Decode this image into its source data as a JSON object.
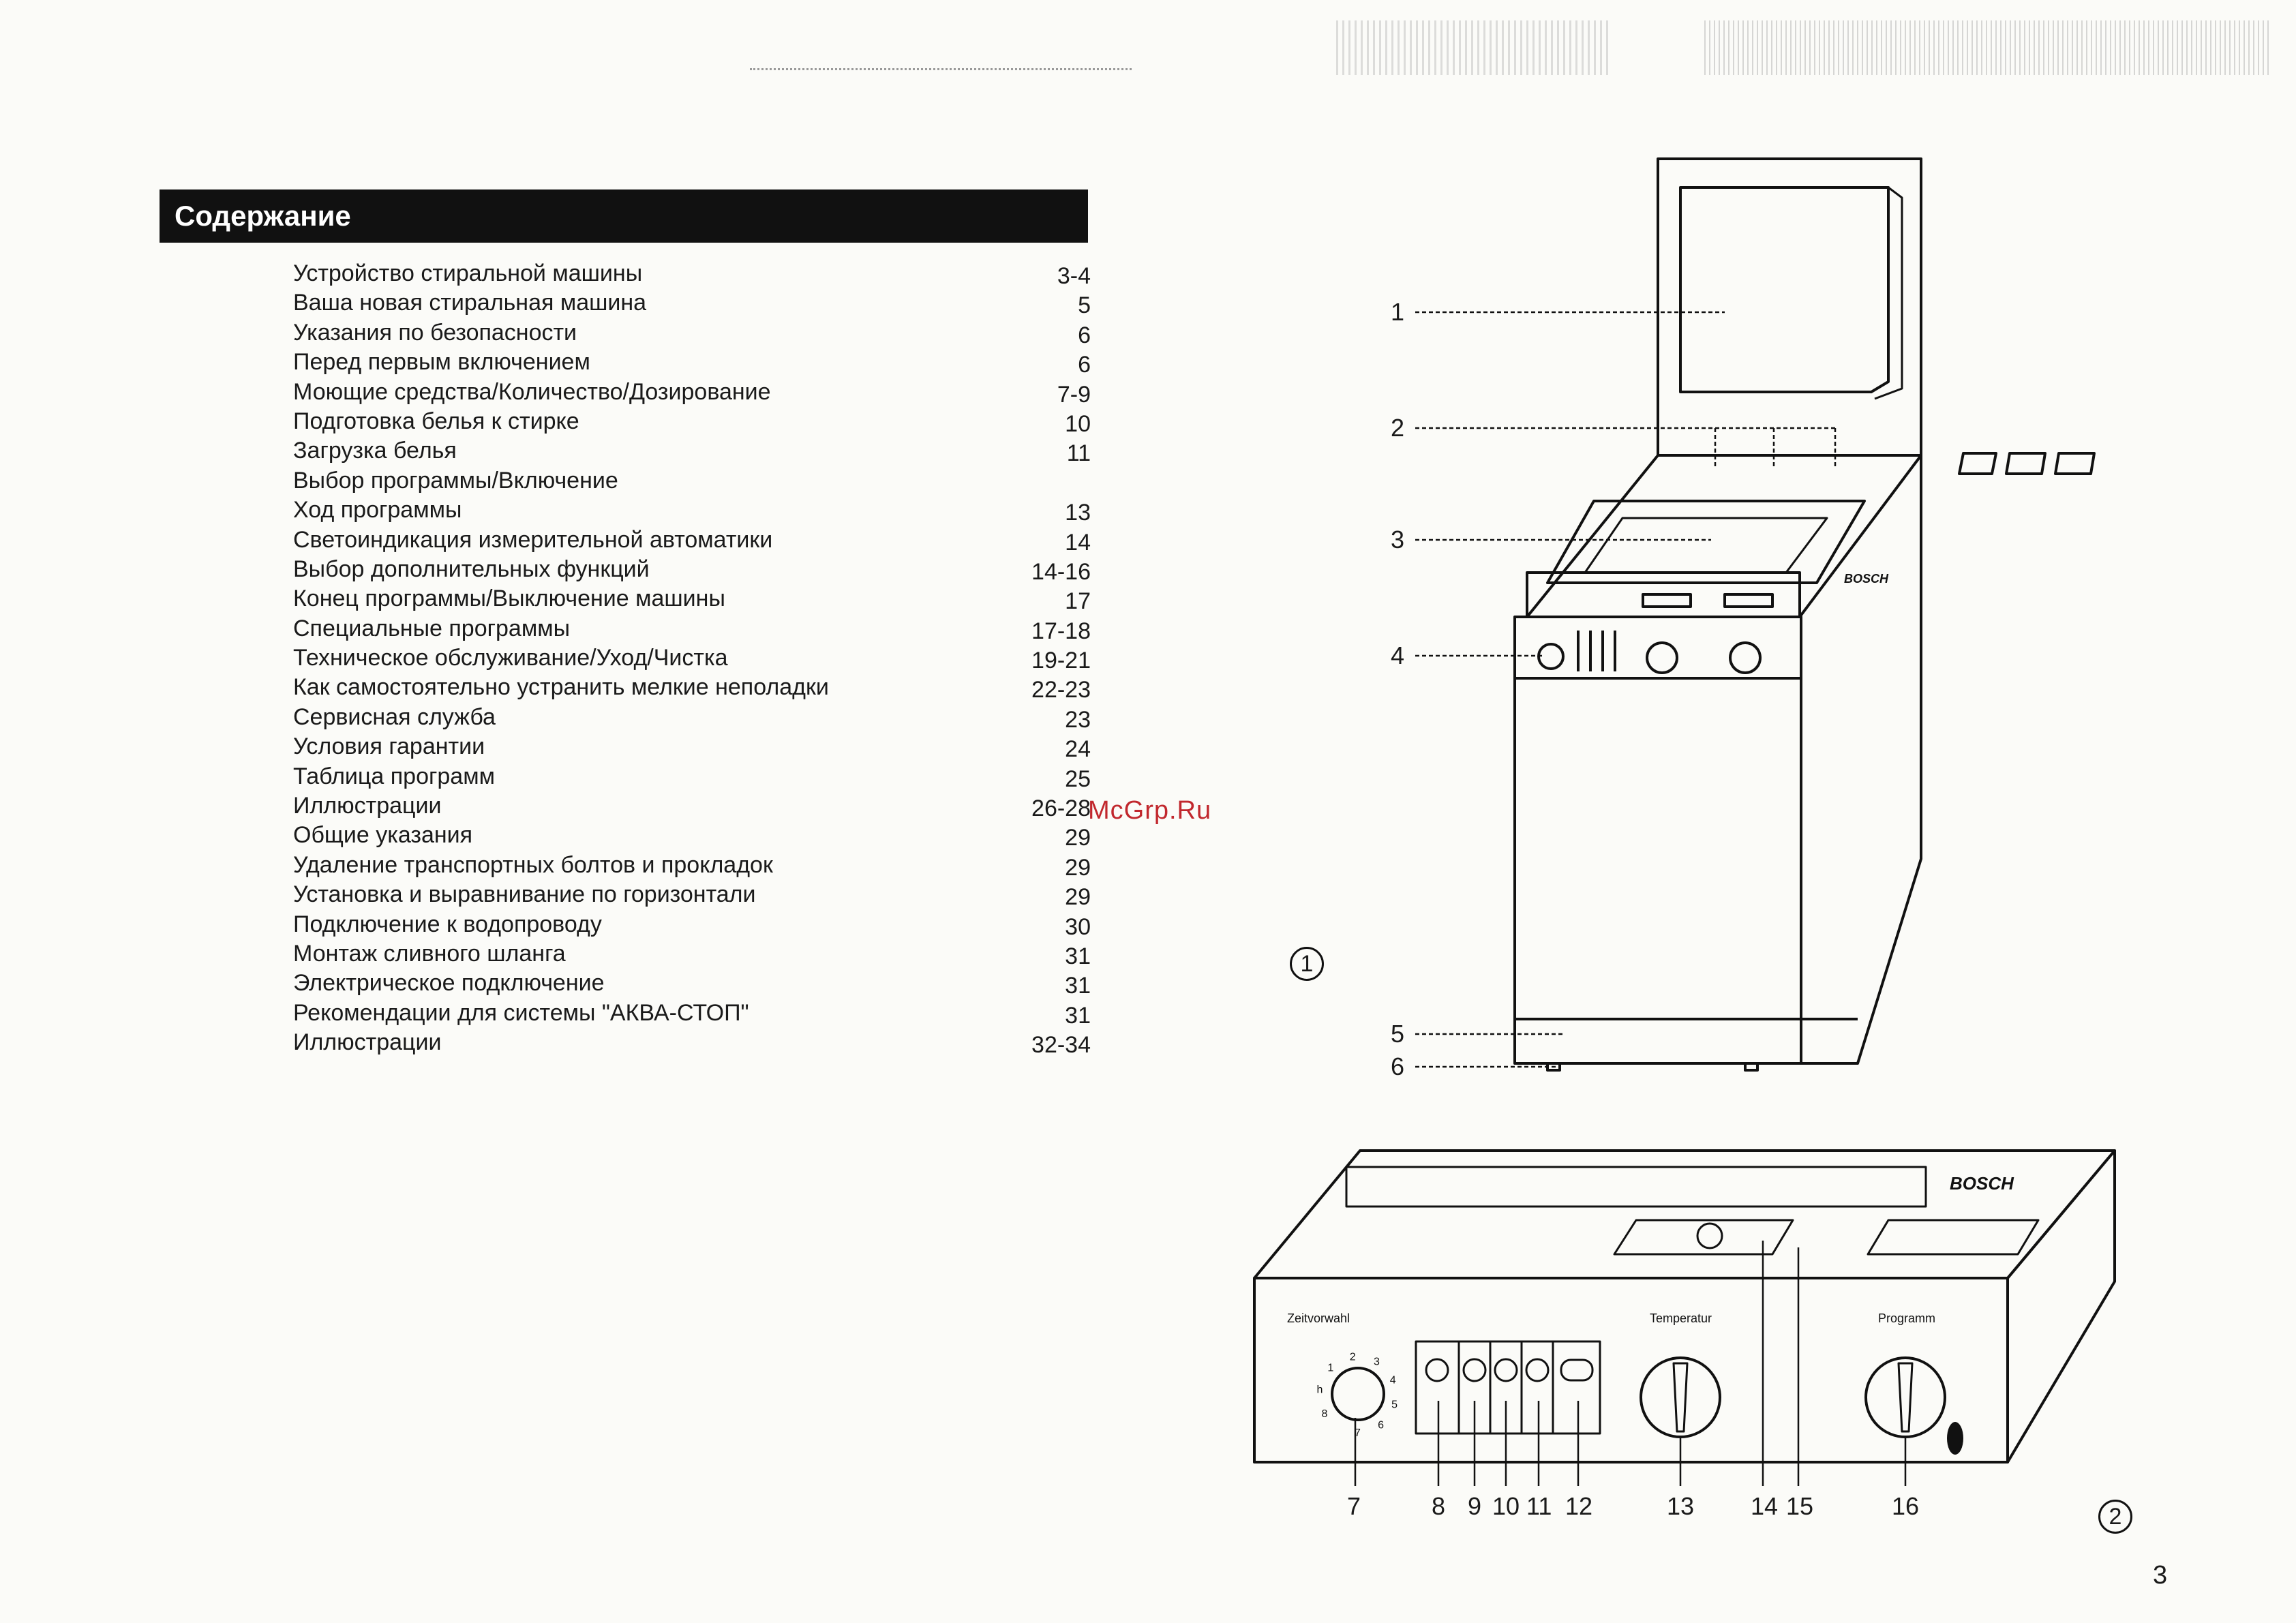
{
  "header": {
    "title": "Содержание"
  },
  "toc": [
    {
      "title": "Устройство стиральной машины",
      "page": "3-4"
    },
    {
      "title": "Ваша новая стиральная машина",
      "page": "5"
    },
    {
      "title": "Указания по безопасности",
      "page": "6"
    },
    {
      "title": "Перед первым включением",
      "page": "6"
    },
    {
      "title": "Моющие средства/Количество/Дозирование",
      "page": "7-9"
    },
    {
      "title": "Подготовка белья к стирке",
      "page": "10"
    },
    {
      "title": "Загрузка белья",
      "page": "11"
    },
    {
      "title": "Выбор программы/Включение",
      "page": ""
    },
    {
      "title": "Ход программы",
      "page": "13"
    },
    {
      "title": "Светоиндикация измерительной автоматики",
      "page": "14"
    },
    {
      "title": "Выбор дополнительных функций",
      "page": "14-16"
    },
    {
      "title": "Конец программы/Выключение машины",
      "page": "17"
    },
    {
      "title": "Специальные программы",
      "page": "17-18"
    },
    {
      "title": "Техническое обслуживание/Уход/Чистка",
      "page": "19-21"
    },
    {
      "title": "Как самостоятельно устранить мелкие неполадки",
      "page": "22-23"
    },
    {
      "title": "Сервисная служба",
      "page": "23"
    },
    {
      "title": "Условия гарантии",
      "page": "24"
    },
    {
      "title": "Таблица программ",
      "page": "25"
    },
    {
      "title": "Иллюстрации",
      "page": "26-28"
    },
    {
      "title": "Общие указания",
      "page": "29"
    },
    {
      "title": "Удаление транспортных болтов и прокладок",
      "page": "29"
    },
    {
      "title": "Установка и выравнивание по горизонтали",
      "page": "29"
    },
    {
      "title": "Подключение к водопроводу",
      "page": "30"
    },
    {
      "title": "Монтаж сливного шланга",
      "page": "31"
    },
    {
      "title": "Электрическое подключение",
      "page": "31"
    },
    {
      "title": "Рекомендации для системы \"АКВА-СТОП\"",
      "page": "31"
    },
    {
      "title": "Иллюстрации",
      "page": "32-34"
    }
  ],
  "watermark": "McGrp.Ru",
  "page_number": "3",
  "figure1": {
    "number": "1",
    "callouts": [
      "1",
      "2",
      "3",
      "4",
      "5",
      "6"
    ],
    "brand": "BOSCH"
  },
  "figure2": {
    "number": "2",
    "brand": "BOSCH",
    "labels": {
      "timer": "Zeitvorwahl",
      "temperature": "Temperatur",
      "program": "Programm"
    },
    "callouts": [
      "7",
      "8",
      "9",
      "10",
      "11",
      "12",
      "13",
      "14",
      "15",
      "16"
    ],
    "timer_dial": [
      "8",
      "h",
      "1",
      "2",
      "3",
      "4",
      "5",
      "6",
      "7"
    ]
  }
}
